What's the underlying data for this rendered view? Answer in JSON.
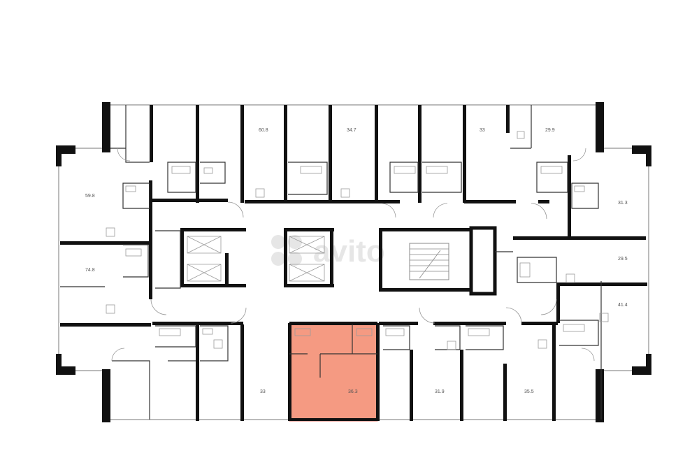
{
  "watermark": "avito",
  "highlight_color": "#f59a82",
  "highlight_stroke": "#e0574a",
  "wall_color": "#111111",
  "units": [
    {
      "id": "u1",
      "area": "60.8"
    },
    {
      "id": "u2",
      "area": "34.7"
    },
    {
      "id": "u3",
      "area": "33"
    },
    {
      "id": "u4",
      "area": "29.9"
    },
    {
      "id": "u5",
      "area": "59.8"
    },
    {
      "id": "u6",
      "area": "31.3"
    },
    {
      "id": "u7",
      "area": "74.8"
    },
    {
      "id": "u8",
      "area": "29.5"
    },
    {
      "id": "u9",
      "area": "41.4"
    },
    {
      "id": "u10",
      "area": "33"
    },
    {
      "id": "u11",
      "area": "36.3",
      "selected": true
    },
    {
      "id": "u12",
      "area": "31.9"
    },
    {
      "id": "u13",
      "area": "35.5"
    }
  ]
}
